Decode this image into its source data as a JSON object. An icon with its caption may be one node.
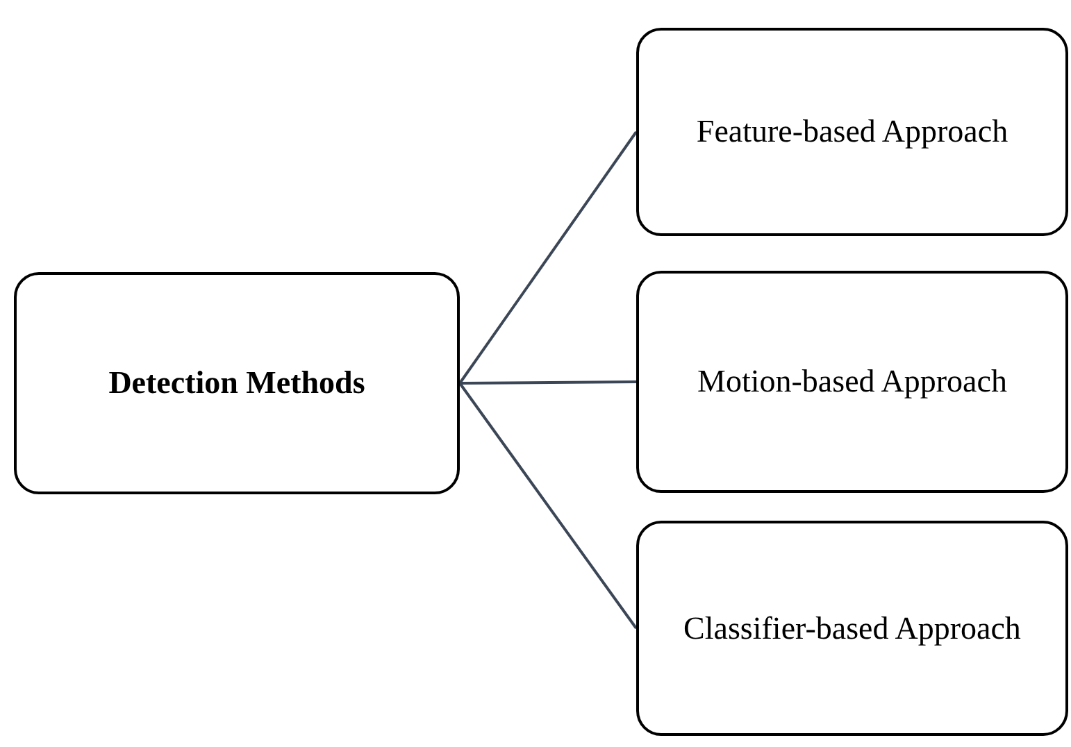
{
  "diagram": {
    "nodes": [
      {
        "text": [
          "Detection Methods"
        ]
      },
      {
        "text": [
          "Feature-based Approach"
        ]
      },
      {
        "text": [
          "Motion-based Approach"
        ]
      },
      {
        "text": [
          "Classifier-based Approach"
        ]
      }
    ],
    "edges": [
      {
        "from": 0,
        "to": 1,
        "arrow": "none"
      },
      {
        "from": 0,
        "to": 2,
        "arrow": "none"
      },
      {
        "from": 0,
        "to": 3,
        "arrow": "none"
      }
    ]
  }
}
